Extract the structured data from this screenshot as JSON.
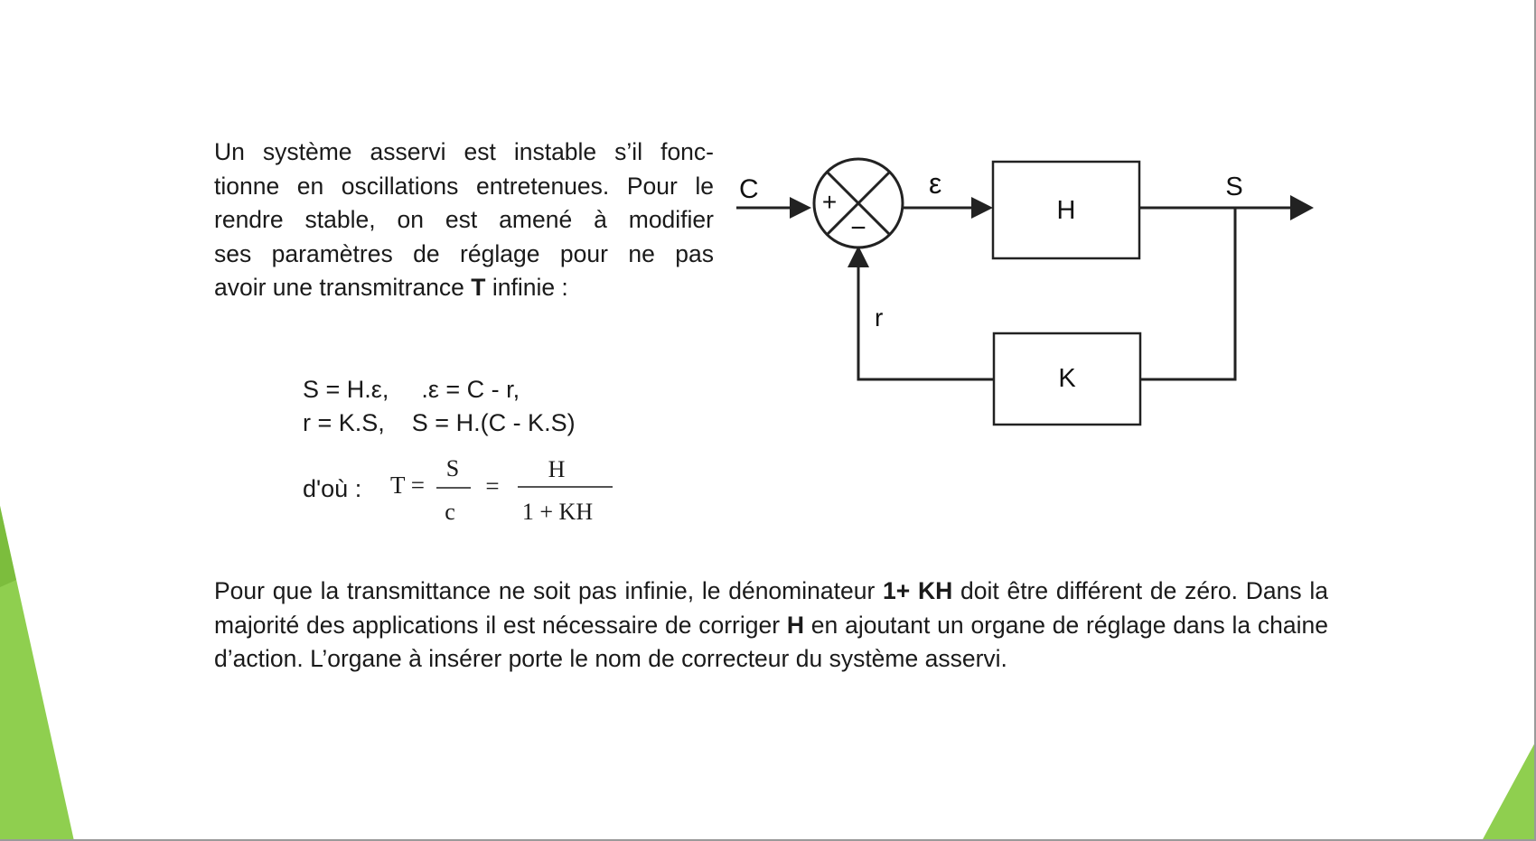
{
  "intro_lines": [
    "Un système asservi est instable s’il fonc-",
    "tionne en oscillations entretenues. Pour le",
    "rendre stable, on est amené à modifier",
    "ses paramètres de réglage pour ne pas"
  ],
  "intro_last": {
    "before": "avoir une transmitrance ",
    "bold": "T",
    "after": " infinie :"
  },
  "equations": {
    "line1_a": "S = H.ε,",
    "line1_b": ".ε = C - r,",
    "line2_a": "r = K.S,",
    "line2_b": "S = H.(C - K.S)",
    "dou_label": "d'où :",
    "t_label": "T =",
    "frac1_num": "S",
    "frac1_den": "c",
    "equals": "=",
    "frac2_num": "H",
    "frac2_den": "1 + KH"
  },
  "diagram": {
    "input_label": "C",
    "error_label": "ε",
    "output_label": "S",
    "feedback_label": "r",
    "plus_sign": "+",
    "minus_sign": "−",
    "forward_block": "H",
    "feedback_block": "K"
  },
  "conclusion": {
    "p1": "Pour que la transmittance ne soit pas infinie, le dénominateur ",
    "b1": "1+ KH",
    "p2": " doit être différent de zéro. Dans la majorité des applications il est nécessaire de corriger  ",
    "b2": "H",
    "p3": " en ajoutant un organe de réglage dans la chaine d’action. L’organe à insérer porte le nom de correcteur du système asservi."
  },
  "colors": {
    "accent_green": "#8fcf4f",
    "accent_green_dark": "#6fb032",
    "ink": "#1a1a1a"
  }
}
